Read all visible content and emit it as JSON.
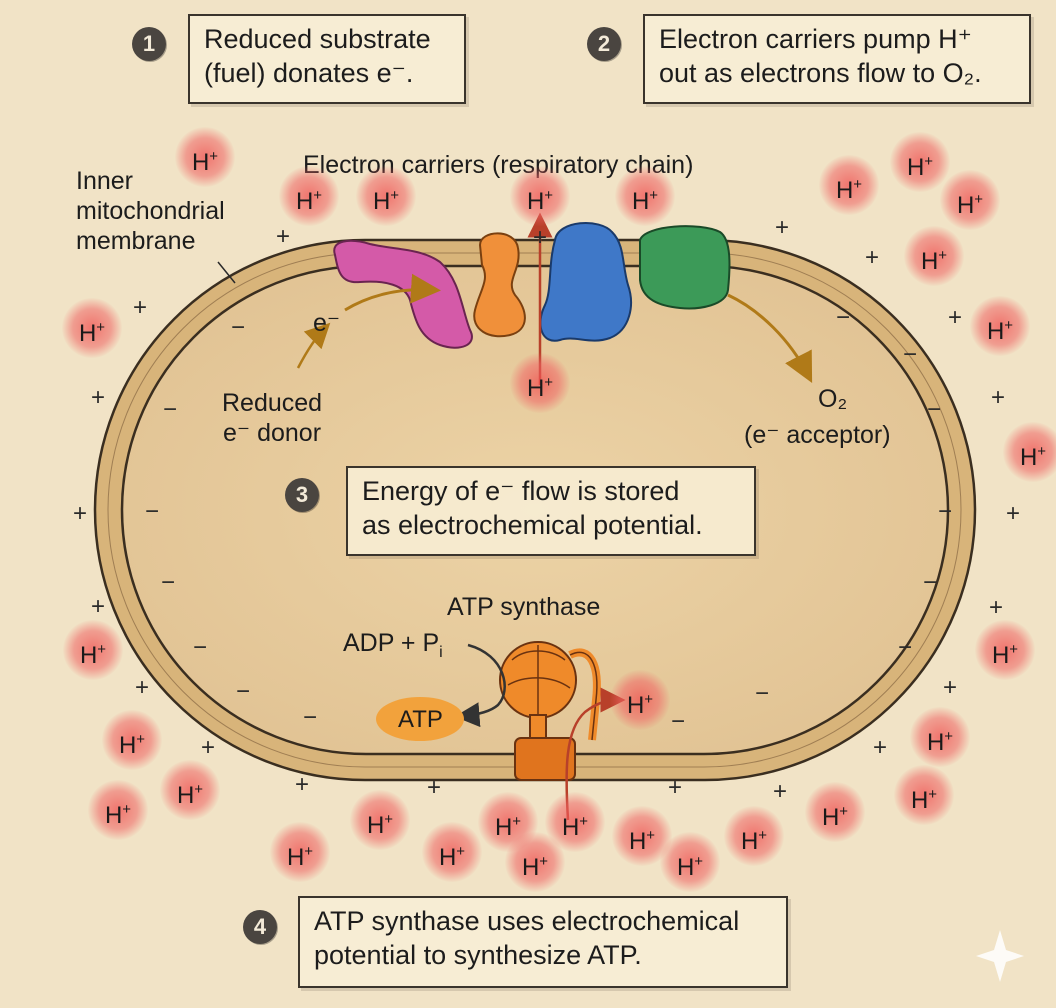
{
  "steps": [
    {
      "num": "1",
      "lines": [
        "Reduced substrate",
        "(fuel) donates e⁻."
      ]
    },
    {
      "num": "2",
      "lines": [
        "Electron carriers pump H⁺",
        "out as electrons flow to O₂."
      ]
    },
    {
      "num": "3",
      "lines": [
        "Energy of e⁻ flow is stored",
        "as electrochemical potential."
      ]
    },
    {
      "num": "4",
      "lines": [
        "ATP synthase uses electrochemical",
        "potential to synthesize ATP."
      ]
    }
  ],
  "labels": {
    "membrane_1": "Inner",
    "membrane_2": "mitochondrial",
    "membrane_3": "membrane",
    "carriers": "Electron carriers (respiratory chain)",
    "electron": "e⁻",
    "donor_1": "Reduced",
    "donor_2": "e⁻ donor",
    "o2": "O₂",
    "acceptor": "(e⁻ acceptor)",
    "synthase": "ATP synthase",
    "adp": "ADP + P",
    "adp_sub": "i",
    "atp": "ATP"
  },
  "ion": {
    "symbol": "H",
    "charge": "+"
  },
  "signs": {
    "plus": "+",
    "minus": "−"
  },
  "colors": {
    "background": "#f1e3c6",
    "membrane": "#c9a46a",
    "proton": "#ee5a5a",
    "carrier_1": "#d45aa8",
    "carrier_2": "#f0903a",
    "carrier_3": "#3f78c8",
    "carrier_4": "#3c9a58",
    "atp_synthase": "#ef8a2a",
    "arrow_electron": "#c88a1a",
    "arrow_proton": "#b8402a"
  }
}
